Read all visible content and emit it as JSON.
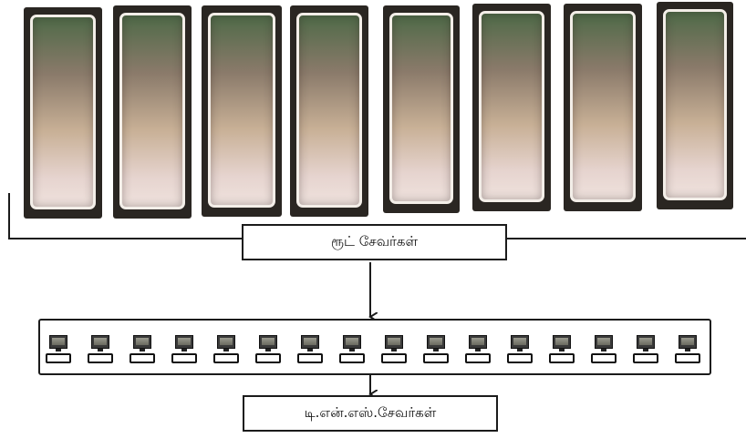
{
  "root_servers": {
    "label": "ரூட் சேவர்கள்",
    "count": 8
  },
  "dns_servers": {
    "label": "டி.என்.எஸ்.சேவர்கள்",
    "count": 16
  },
  "colors": {
    "line": "#1b1b1b",
    "rack": "#2a2622"
  }
}
